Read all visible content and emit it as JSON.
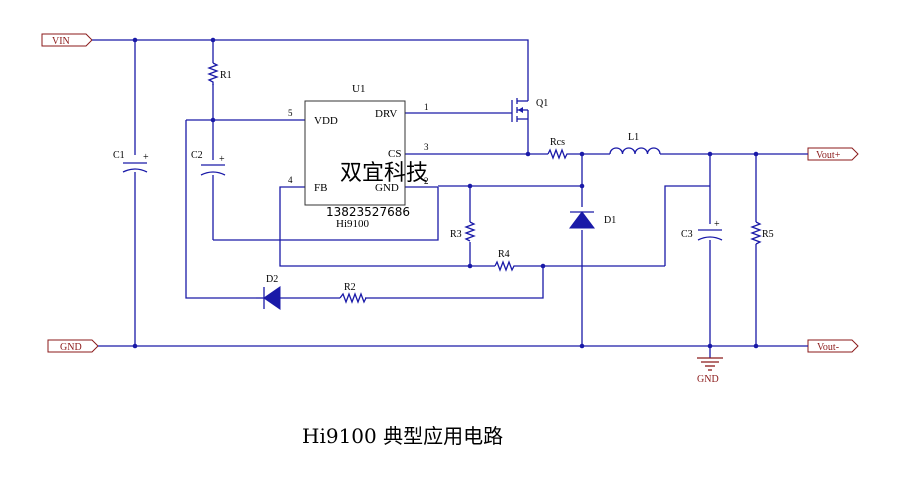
{
  "ports": {
    "vin": "VIN",
    "gnd_in": "GND",
    "vout_plus": "Vout+",
    "vout_minus": "Vout-",
    "gnd_sym": "GND"
  },
  "ic": {
    "ref": "U1",
    "part": "Hi9100",
    "pins": {
      "vdd": "VDD",
      "drv": "DRV",
      "cs": "CS",
      "fb": "FB",
      "gnd": "GND"
    },
    "pin_numbers": {
      "vdd": "5",
      "drv": "1",
      "cs": "3",
      "fb": "4",
      "gnd": "2"
    }
  },
  "components": {
    "r1": "R1",
    "c1": "C1",
    "c2": "C2",
    "q1": "Q1",
    "rcs": "Rcs",
    "l1": "L1",
    "d1": "D1",
    "r3": "R3",
    "r4": "R4",
    "d2": "D2",
    "r2": "R2",
    "c3": "C3",
    "r5": "R5"
  },
  "watermark": {
    "company": "双宜科技",
    "phone": "13823527686"
  },
  "caption": "Hi9100 典型应用电路",
  "colors": {
    "wire": "#1a1aa8",
    "port_text": "#8b1a1a",
    "component": "#1a1aa8"
  }
}
